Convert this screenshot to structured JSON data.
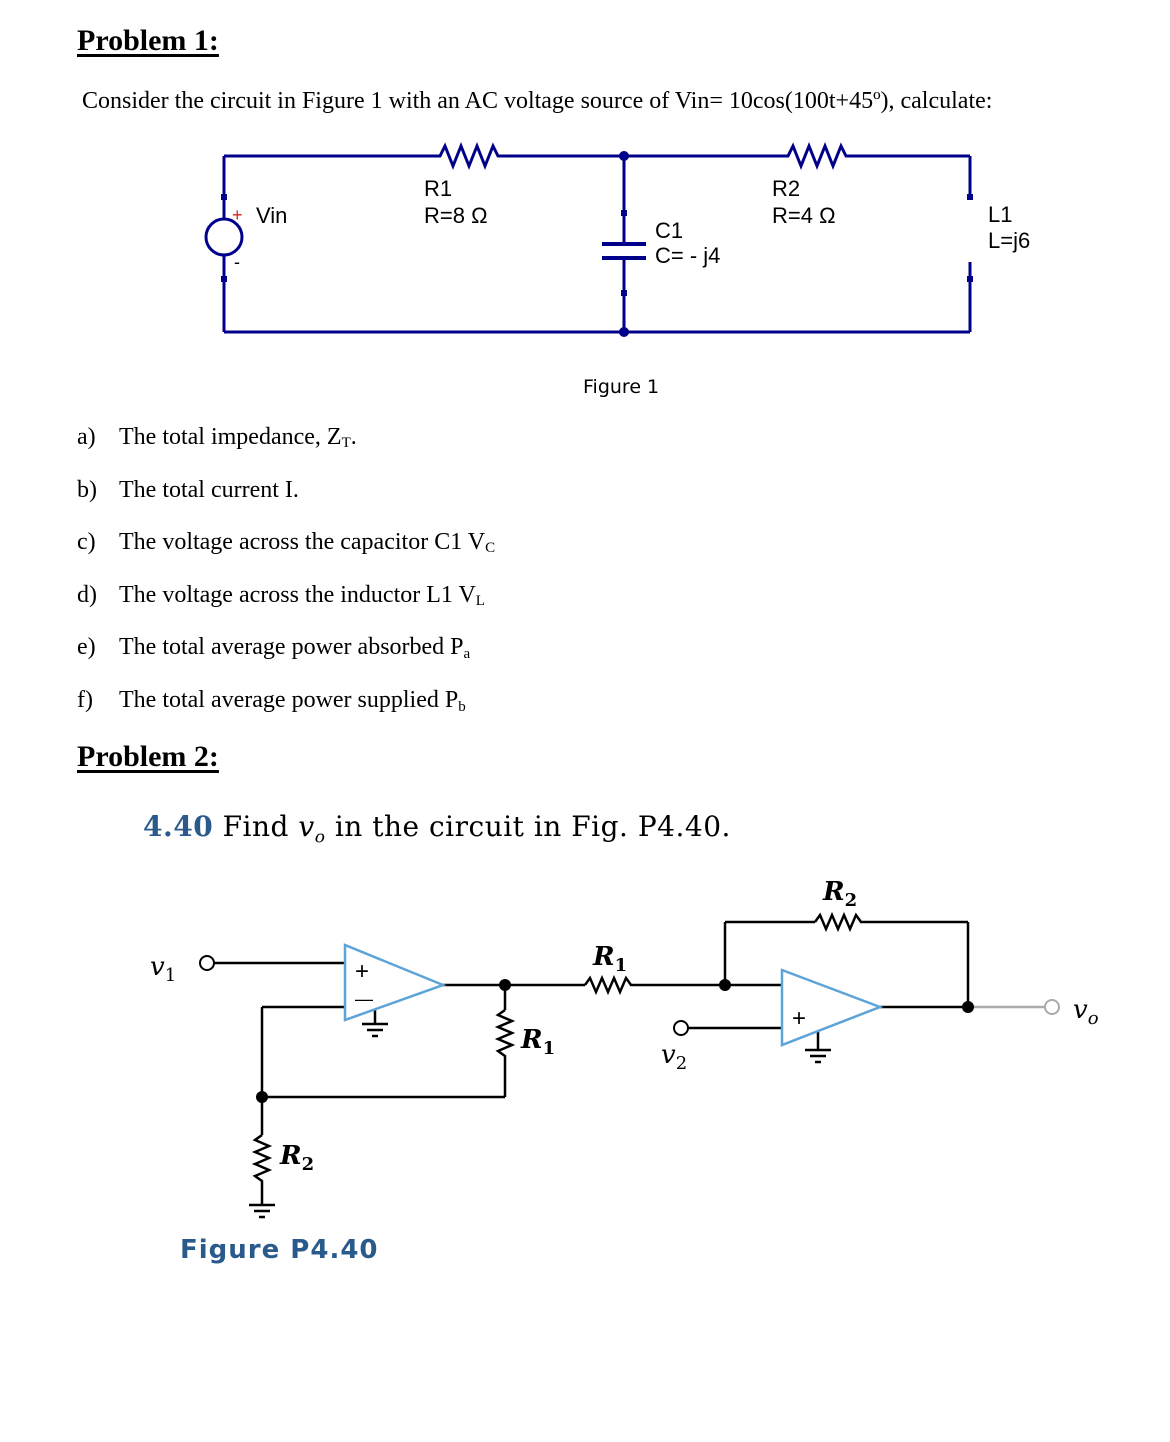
{
  "problem1": {
    "heading": "Problem 1:",
    "intro": "Consider the circuit in Figure 1 with an AC voltage source of Vin= 10cos(100t+45º), calculate:",
    "figure": {
      "vin_plus": "+",
      "vin_minus": "-",
      "vin_label": "Vin",
      "r1_name": "R1",
      "r1_value": "R=8 Ω",
      "r2_name": "R2",
      "r2_value": "R=4 Ω",
      "c1_name": "C1",
      "c1_value": "C= - j4",
      "l1_name": "L1",
      "l1_value": "L=j6",
      "caption": "Figure 1"
    },
    "questions": [
      {
        "label": "a)",
        "text": "The total impedance, Z",
        "sub": "T",
        "tail": "."
      },
      {
        "label": "b)",
        "text": "The total current I.",
        "sub": "",
        "tail": ""
      },
      {
        "label": "c)",
        "text": "The voltage across the capacitor C1 V",
        "sub": "C",
        "tail": ""
      },
      {
        "label": "d)",
        "text": "The voltage across the inductor L1 V",
        "sub": "L",
        "tail": ""
      },
      {
        "label": "e)",
        "text": "The total average power absorbed P",
        "sub": "a",
        "tail": ""
      },
      {
        "label": "f)",
        "text": "The total average power supplied P",
        "sub": "b",
        "tail": ""
      }
    ]
  },
  "problem2": {
    "heading": "Problem 2:",
    "number": "4.40",
    "statement_pre": "Find",
    "statement_var": "v",
    "statement_var_sub": "o",
    "statement_post": "in the circuit in Fig. P4.40.",
    "figure": {
      "v1_var": "v",
      "v1_sub": "1",
      "v2_var": "v",
      "v2_sub": "2",
      "vo_var": "v",
      "vo_sub": "o",
      "r1_var": "R",
      "r1_sub": "1",
      "r2_var": "R",
      "r2_sub": "2",
      "plus": "+",
      "minus": "—",
      "caption": "Figure P4.40"
    }
  },
  "colors": {
    "wire_navy": "#00008b",
    "opamp_blue": "#5ba3d8",
    "accent_blue": "#2a5a8c"
  }
}
